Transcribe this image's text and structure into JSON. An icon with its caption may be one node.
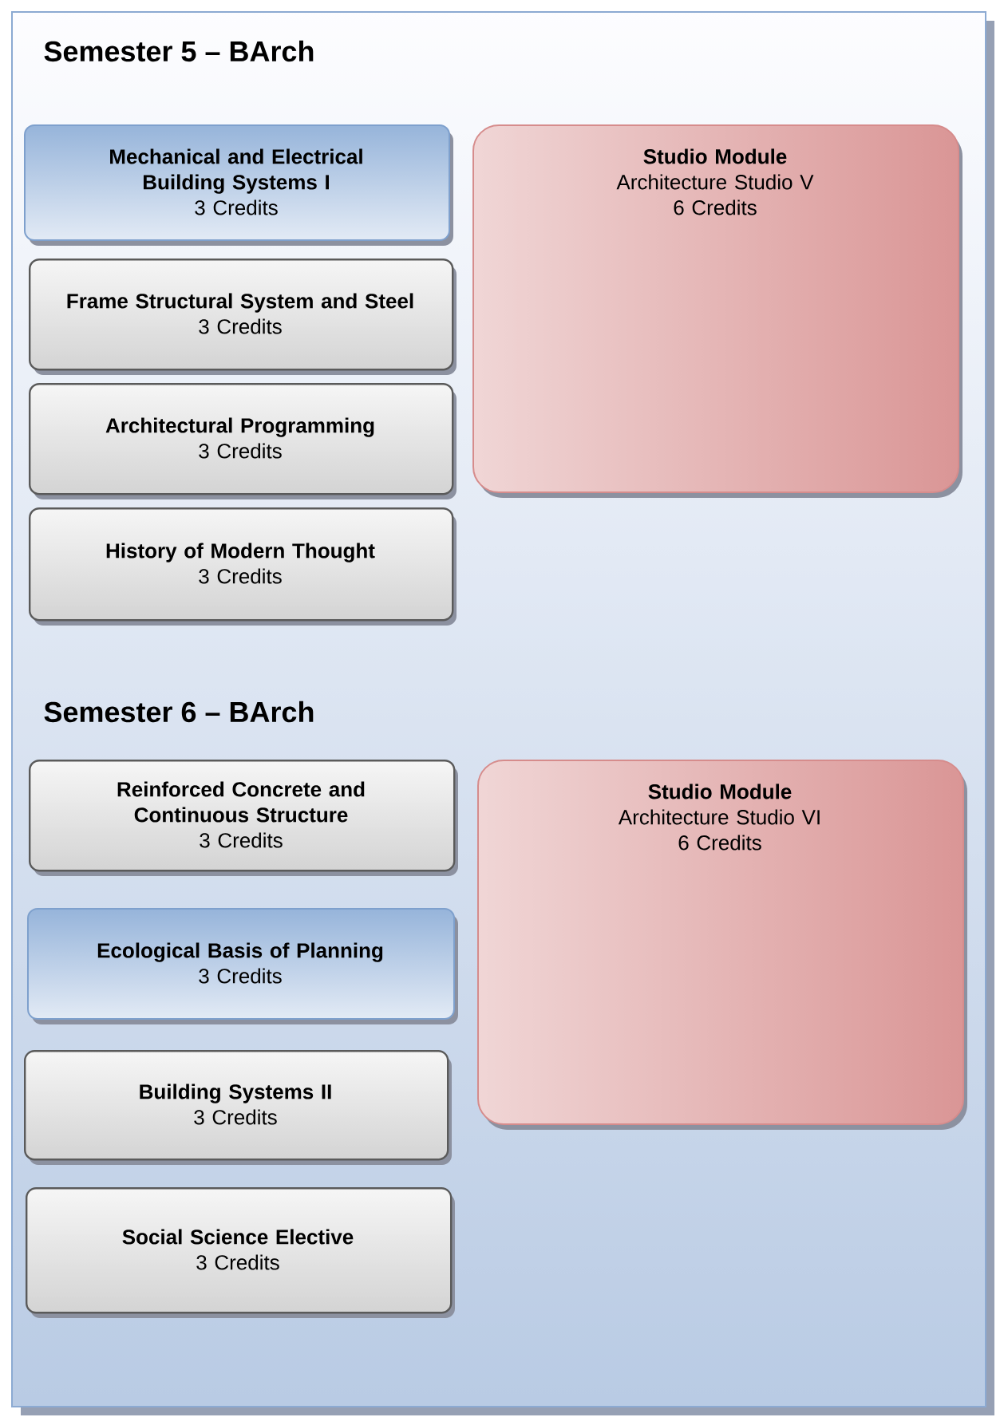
{
  "diagram": {
    "nodes": [
      {
        "text": [
          "Semester 5 – BArch",
          "Semester 6 – BArch"
        ]
      },
      {
        "text": [
          "Mechanical and Electrical Building Systems I",
          "3 Credits"
        ],
        "in": 0
      },
      {
        "text": [
          "Frame Structural System and Steel",
          "3 Credits"
        ],
        "in": 0
      },
      {
        "text": [
          "Architectural Programming",
          "3 Credits"
        ],
        "in": 0
      },
      {
        "text": [
          "History of Modern Thought",
          "3 Credits"
        ],
        "in": 0
      },
      {
        "text": [
          "Studio Module",
          "Architecture Studio V",
          "6 Credits"
        ],
        "in": 0
      },
      {
        "text": [
          "Reinforced Concrete and Continuous Structure",
          "3 Credits"
        ],
        "in": 0
      },
      {
        "text": [
          "Ecological Basis of Planning",
          "3 Credits"
        ],
        "in": 0
      },
      {
        "text": [
          "Building Systems II",
          "3 Credits"
        ],
        "in": 0
      },
      {
        "text": [
          "Social Science Elective",
          "3 Credits"
        ],
        "in": 0
      },
      {
        "text": [
          "Studio Module",
          "Architecture Studio VI",
          "6 Credits"
        ],
        "in": 0
      }
    ]
  }
}
